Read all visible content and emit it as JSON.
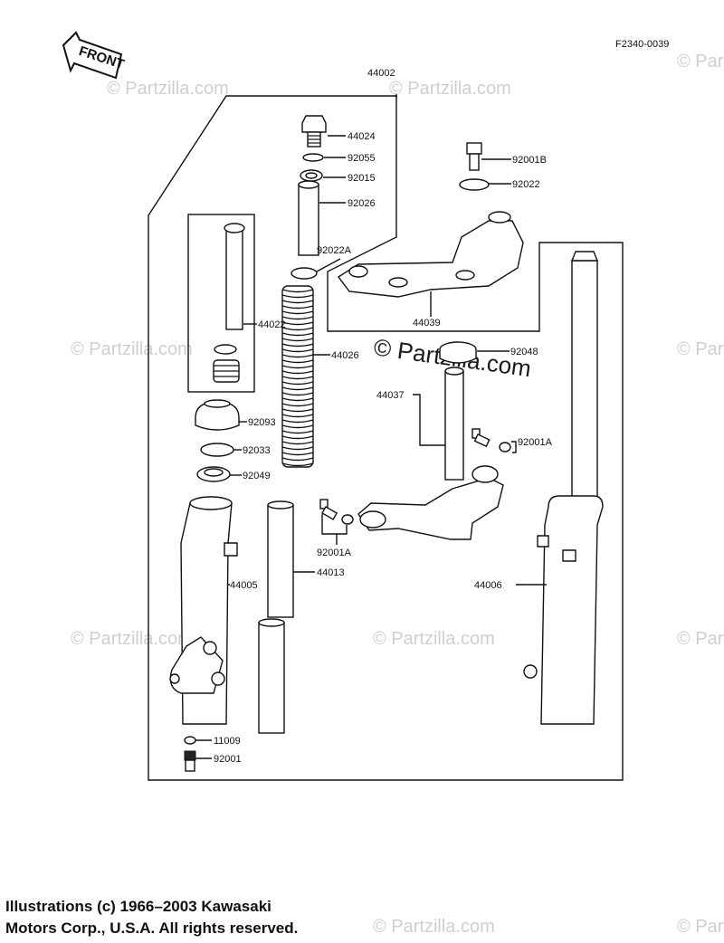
{
  "diagram": {
    "code": "F2340-0039",
    "front_label": "FRONT",
    "watermark": "© Partzilla.com",
    "parts": [
      "44002",
      "44024",
      "92055",
      "92015",
      "92026",
      "92022A",
      "92001B",
      "92022",
      "44039",
      "44022",
      "44026",
      "92048",
      "44037",
      "92093",
      "92033",
      "92001A",
      "92049",
      "92001A",
      "44013",
      "44005",
      "44006",
      "11009",
      "92001"
    ]
  },
  "copyright": {
    "line1": "Illustrations (c) 1966–2003 Kawasaki",
    "line2": "Motors Corp., U.S.A.  All rights reserved."
  }
}
